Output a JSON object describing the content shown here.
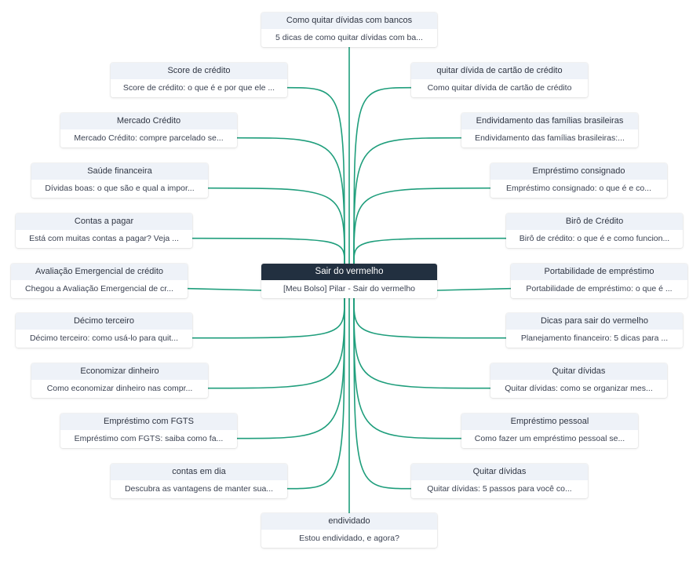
{
  "colors": {
    "link": "#1f9e7c",
    "root_header": "#223040",
    "node_header": "#eef2f8"
  },
  "root": {
    "title": "Sair do vermelho",
    "description": "[Meu Bolso] Pilar - Sair do vermelho"
  },
  "nodes": [
    {
      "title": "Como quitar dívidas com bancos",
      "description": "5 dicas de como quitar dívidas com ba..."
    },
    {
      "title": "endividado",
      "description": "Estou endividado, e agora?"
    },
    {
      "title": "Score de crédito",
      "description": "Score de crédito: o que é e por que ele ..."
    },
    {
      "title": "Mercado Crédito",
      "description": "Mercado Crédito: compre parcelado se..."
    },
    {
      "title": "Saúde financeira",
      "description": "Dívidas boas: o que são e qual a impor..."
    },
    {
      "title": "Contas a pagar",
      "description": "Está com muitas contas a pagar? Veja ..."
    },
    {
      "title": "Avaliação Emergencial de crédito",
      "description": "Chegou a Avaliação Emergencial de cr..."
    },
    {
      "title": "Décimo terceiro",
      "description": "Décimo terceiro: como usá-lo para quit..."
    },
    {
      "title": "Economizar dinheiro",
      "description": "Como economizar dinheiro nas compr..."
    },
    {
      "title": "Empréstimo com FGTS",
      "description": "Empréstimo com FGTS: saiba como fa..."
    },
    {
      "title": "contas em dia",
      "description": "Descubra as vantagens de manter sua..."
    },
    {
      "title": "quitar dívida de cartão de crédito",
      "description": "Como quitar dívida de cartão de crédito"
    },
    {
      "title": "Endividamento das famílias brasileiras",
      "description": "Endividamento das famílias brasileiras:..."
    },
    {
      "title": "Empréstimo consignado",
      "description": "Empréstimo consignado: o que é e co..."
    },
    {
      "title": "Birô de Crédito",
      "description": "Birô de crédito: o que é e como funcion..."
    },
    {
      "title": "Portabilidade de empréstimo",
      "description": "Portabilidade de empréstimo: o que é ..."
    },
    {
      "title": "Dicas para sair do vermelho",
      "description": "Planejamento financeiro: 5 dicas para ..."
    },
    {
      "title": "Quitar dívidas",
      "description": "Quitar dívidas: como se organizar mes..."
    },
    {
      "title": "Empréstimo pessoal",
      "description": "Como fazer um empréstimo pessoal se..."
    },
    {
      "title": "Quitar dívidas",
      "description": "Quitar dívidas: 5 passos para você co..."
    }
  ]
}
